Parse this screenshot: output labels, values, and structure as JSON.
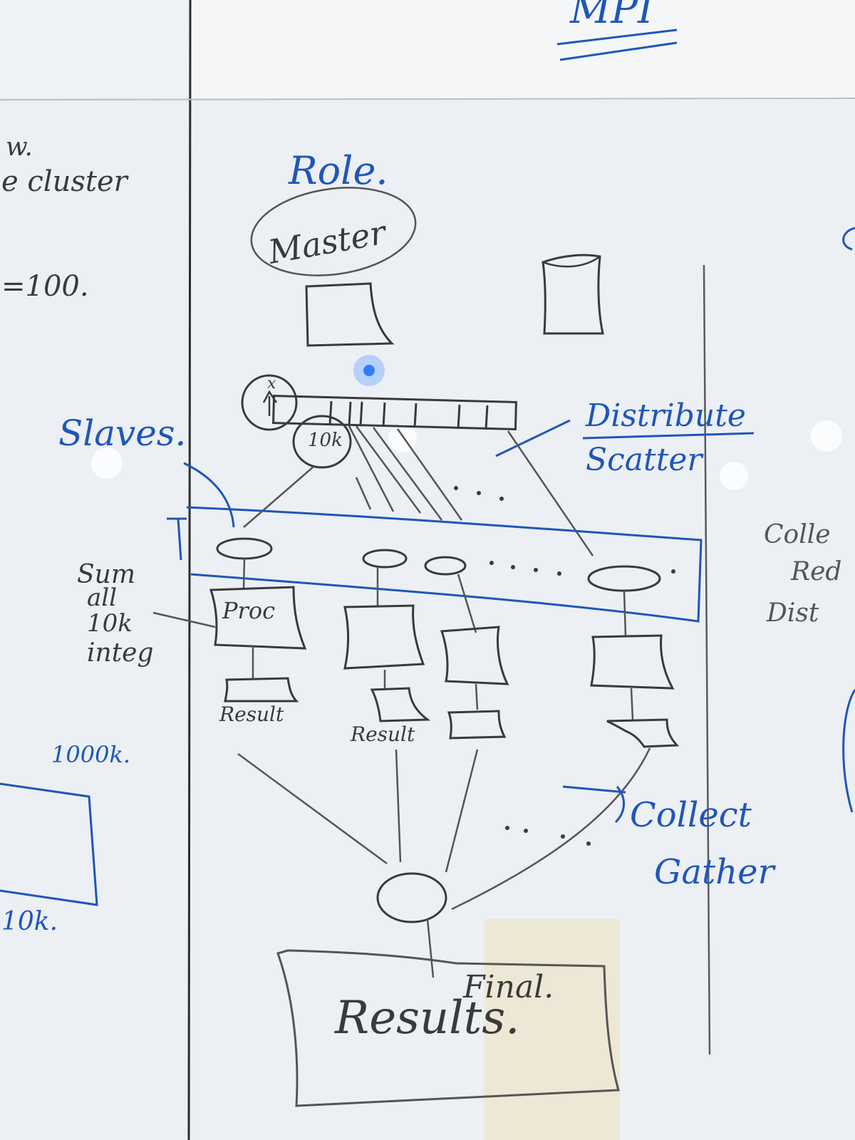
{
  "colors": {
    "board": "#eef0f3",
    "marker_black": "#3a3a3a",
    "marker_blue": "#1f56b8",
    "seam": "#2c2c2c"
  },
  "top_right": {
    "heading": "MPI"
  },
  "left_panel": {
    "line1": "w.",
    "line2": "e cluster",
    "line3": "=100.",
    "label_1000k": "1000k.",
    "label_10k": "10k."
  },
  "center": {
    "role_title": "Role.",
    "master_label": "Master",
    "chunk_label": "10k",
    "slaves_label": "Slaves.",
    "distribute_line1": "Distribute",
    "distribute_line2": "Scatter",
    "side_note": [
      "Sum",
      "all",
      "10k",
      "integ"
    ],
    "proc_label": "Proc",
    "result_label_1": "Result",
    "result_label_2": "Result",
    "collect_line1": "Collect",
    "collect_line2": "Gather",
    "final_word": "Final.",
    "results_word": "Results."
  },
  "right_panel": {
    "line1": "Colle",
    "line2": "Red",
    "line3": "Dist"
  }
}
